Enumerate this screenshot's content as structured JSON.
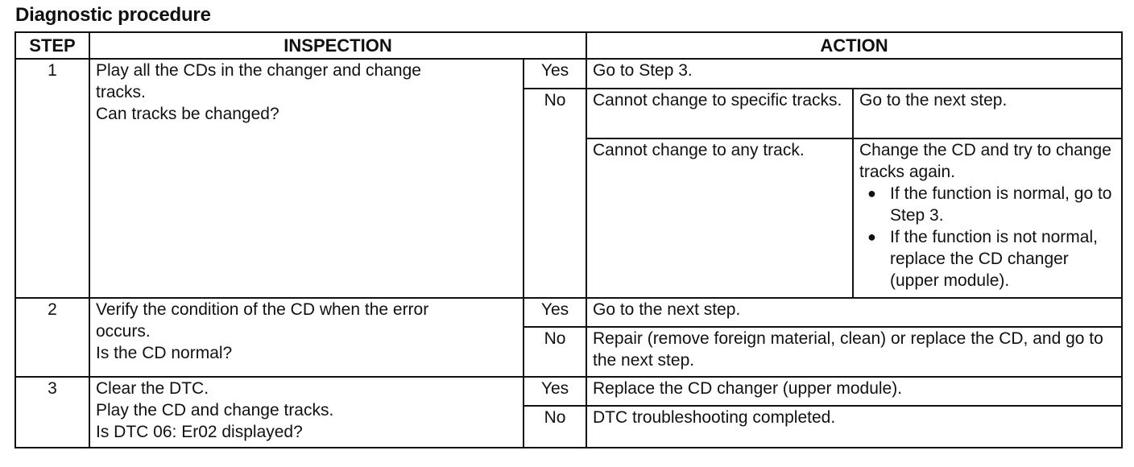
{
  "title": "Diagnostic procedure",
  "headers": {
    "step": "STEP",
    "inspection": "INSPECTION",
    "action": "ACTION"
  },
  "rows": [
    {
      "step": "1",
      "inspection": [
        "Play all the CDs in the changer and change",
        "tracks.",
        "Can tracks be changed?"
      ],
      "yes_label": "Yes",
      "yes_action": "Go to Step 3.",
      "no_label": "No",
      "no_cases": [
        {
          "condition": "Cannot change to specific tracks.",
          "action": "Go to the next step."
        },
        {
          "condition": "Cannot change to any track.",
          "action": "Change the CD and try to change tracks again.",
          "bullets": [
            "If the function is normal, go to Step 3.",
            "If the function is not normal, replace the CD changer (upper module)."
          ]
        }
      ]
    },
    {
      "step": "2",
      "inspection": [
        "Verify the condition of the CD when the error",
        "occurs.",
        "Is the CD normal?"
      ],
      "yes_label": "Yes",
      "yes_action": "Go to the next step.",
      "no_label": "No",
      "no_action": "Repair (remove foreign material, clean) or replace the CD, and go to the next step."
    },
    {
      "step": "3",
      "inspection": [
        "Clear the DTC.",
        "Play the CD and change tracks.",
        "Is DTC 06: Er02 displayed?"
      ],
      "yes_label": "Yes",
      "yes_action": "Replace the CD changer (upper module).",
      "no_label": "No",
      "no_action": "DTC troubleshooting completed."
    }
  ]
}
